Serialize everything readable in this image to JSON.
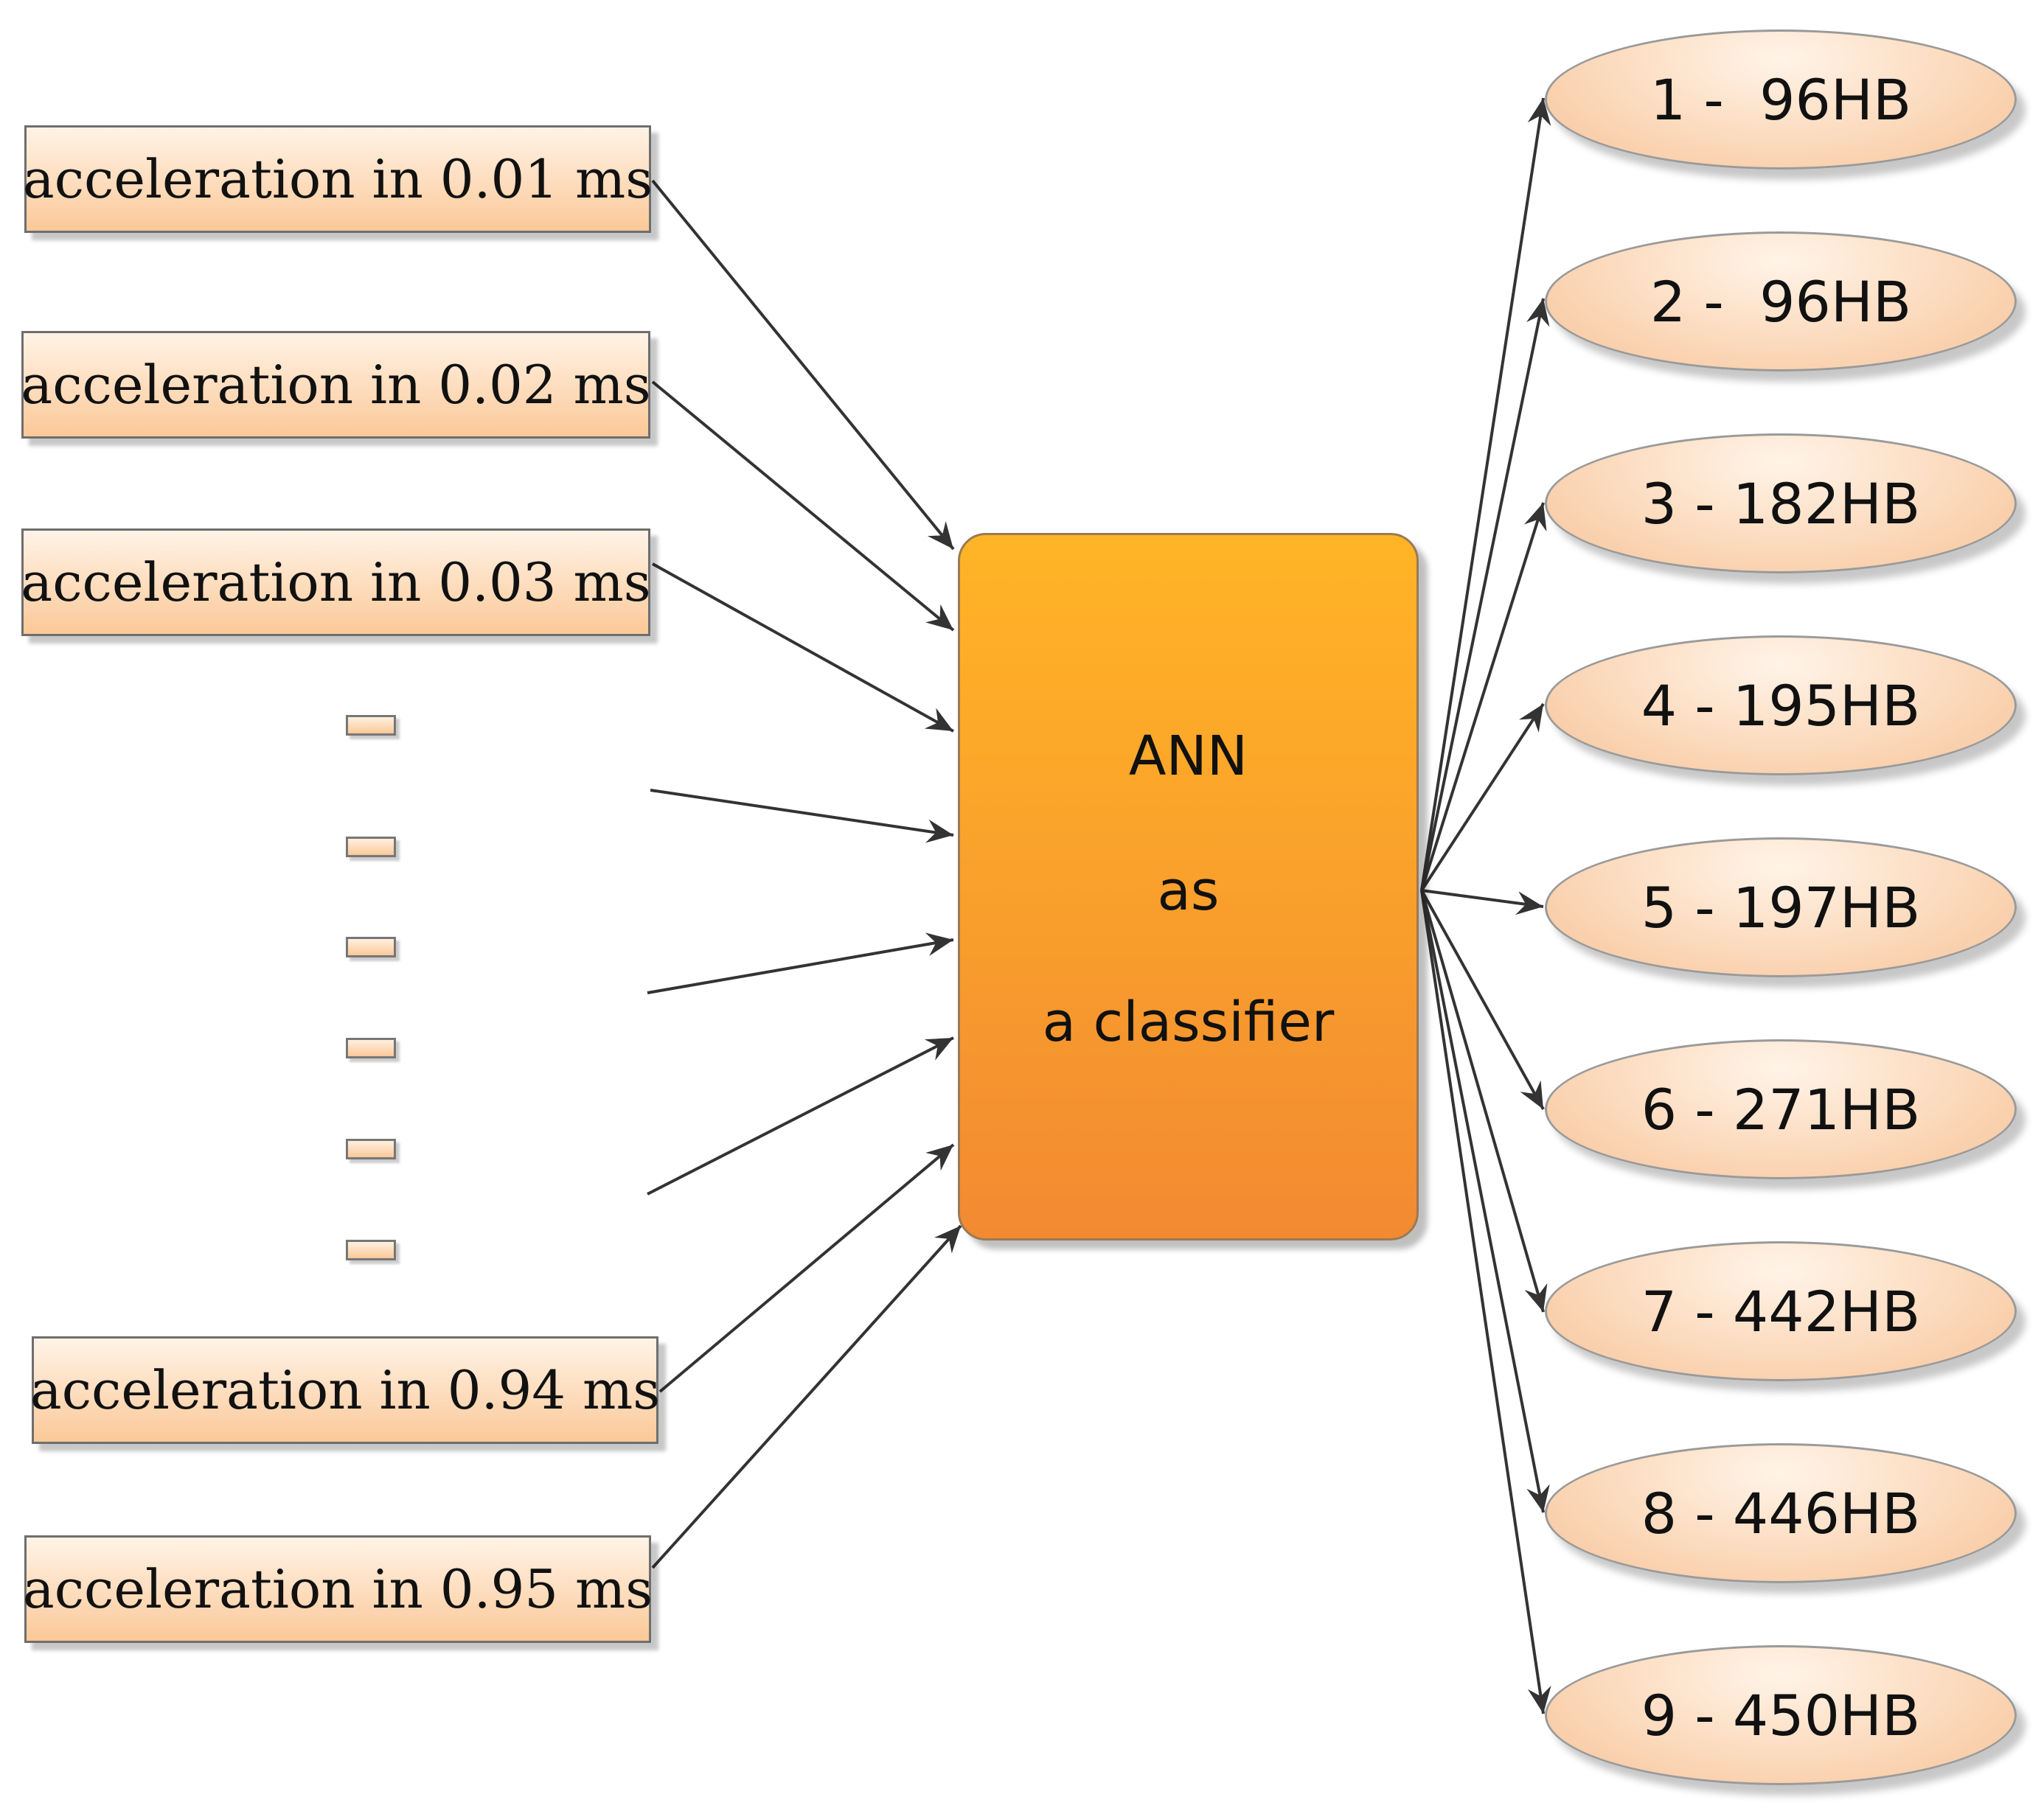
{
  "inputs": [
    {
      "label": "acceleration in 0.01 ms"
    },
    {
      "label": "acceleration in 0.02 ms"
    },
    {
      "label": "acceleration in 0.03 ms"
    },
    {
      "label": "acceleration in 0.94 ms"
    },
    {
      "label": "acceleration in 0.95 ms"
    }
  ],
  "classifier": {
    "line1": "ANN",
    "line2": "as",
    "line3": "a classifier"
  },
  "outputs": [
    {
      "label": "1 -  96HB"
    },
    {
      "label": "2 -  96HB"
    },
    {
      "label": "3 - 182HB"
    },
    {
      "label": "4 - 195HB"
    },
    {
      "label": "5 - 197HB"
    },
    {
      "label": "6 - 271HB"
    },
    {
      "label": "7 - 442HB"
    },
    {
      "label": "8 - 446HB"
    },
    {
      "label": "9 - 450HB"
    }
  ],
  "colors": {
    "classifier_top": "#ffb426",
    "classifier_bottom": "#f28a32",
    "input_fill": "#fddcbc",
    "output_fill": "#fcdcc0",
    "arrow": "#333333"
  }
}
